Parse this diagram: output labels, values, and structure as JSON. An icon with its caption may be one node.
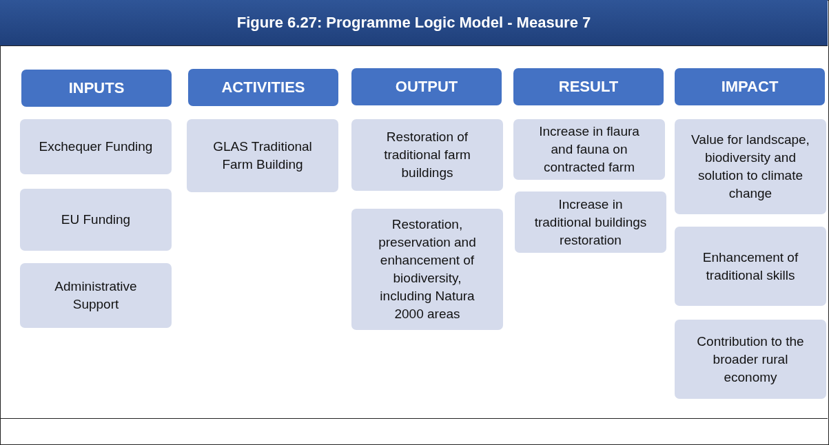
{
  "diagram": {
    "title": "Figure 6.27: Programme Logic Model - Measure 7",
    "nodes": [
      {
        "text": [
          "INPUTS"
        ]
      },
      {
        "text": [
          "Exchequer Funding"
        ]
      },
      {
        "text": [
          "EU Funding"
        ]
      },
      {
        "text": [
          "Administrative Support"
        ]
      },
      {
        "text": [
          "ACTIVITIES"
        ]
      },
      {
        "text": [
          "GLAS Traditional Farm Building"
        ]
      },
      {
        "text": [
          "OUTPUT"
        ]
      },
      {
        "text": [
          "Restoration of traditional farm buildings"
        ]
      },
      {
        "text": [
          "Restoration, preservation and enhancement of biodiversity, including Natura 2000 areas"
        ]
      },
      {
        "text": [
          "RESULT"
        ]
      },
      {
        "text": [
          "Increase in flaura and fauna on contracted farm"
        ]
      },
      {
        "text": [
          "Increase in traditional buildings restoration"
        ]
      },
      {
        "text": [
          "IMPACT"
        ]
      },
      {
        "text": [
          "Value for landscape, biodiversity and solution to climate change"
        ]
      },
      {
        "text": [
          "Enhancement of traditional skills"
        ]
      },
      {
        "text": [
          "Contribution to the broader rural economy"
        ]
      }
    ]
  }
}
